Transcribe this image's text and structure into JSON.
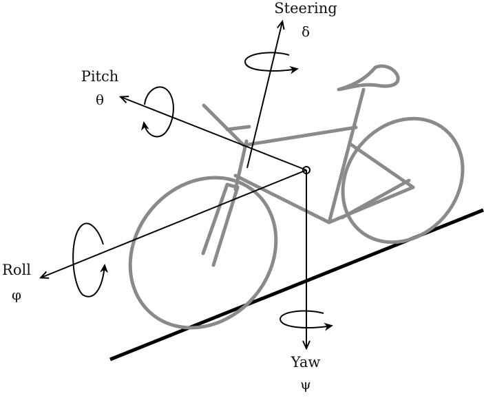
{
  "colors": {
    "bike": "#8a8a8a",
    "axis": "#000000",
    "ground": "#000000",
    "background": "#ffffff"
  },
  "axes": {
    "steering": {
      "name": "Steering",
      "symbol": "δ"
    },
    "pitch": {
      "name": "Pitch",
      "symbol": "θ"
    },
    "roll": {
      "name": "Roll",
      "symbol": "φ"
    },
    "yaw": {
      "name": "Yaw",
      "symbol": "ψ"
    }
  }
}
